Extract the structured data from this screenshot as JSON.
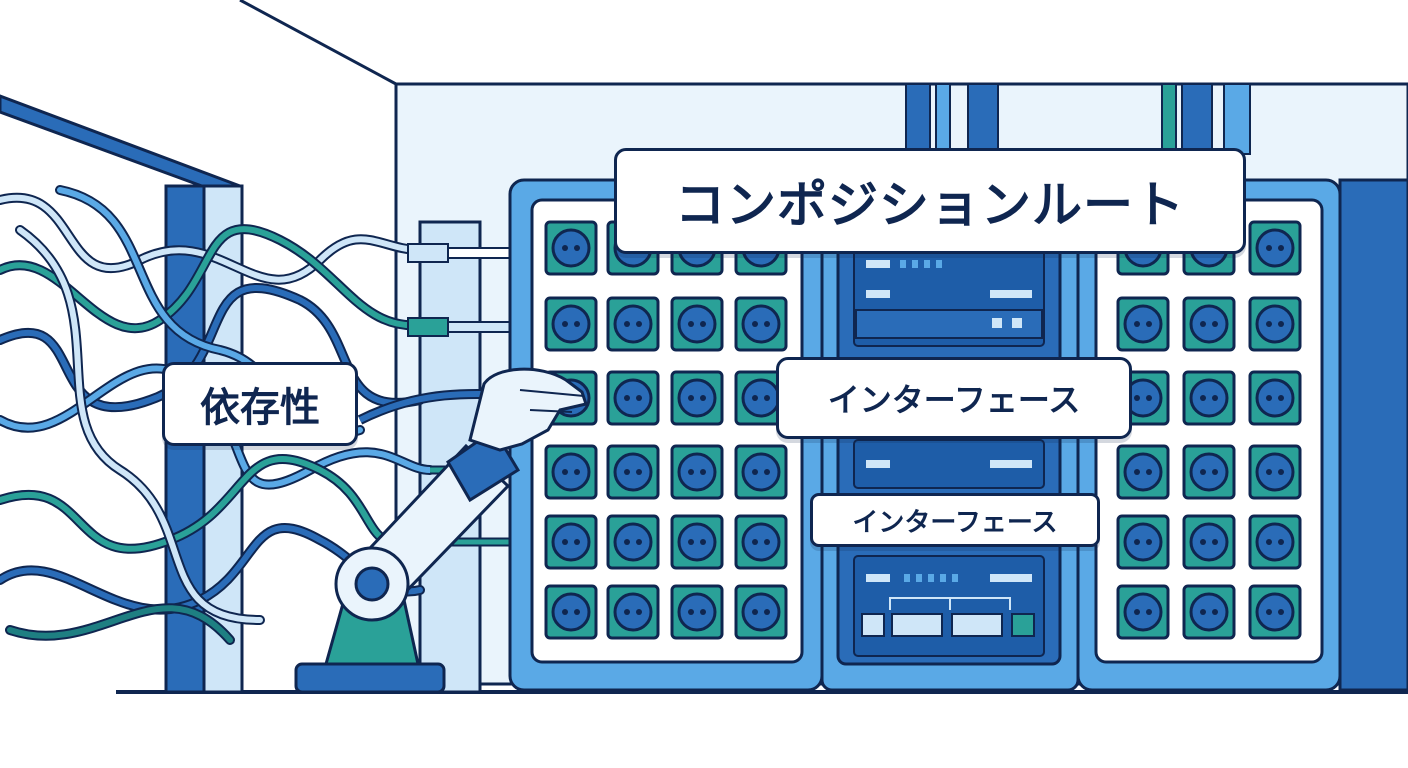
{
  "labels": {
    "composition_root": "コンポジションルート",
    "dependency": "依存性",
    "interface_primary": "インターフェース",
    "interface_secondary": "インターフェース"
  },
  "colors": {
    "outline": "#0f2650",
    "blue_dark": "#2a6cb8",
    "blue_mid": "#5aa9e6",
    "blue_light": "#cfe6f8",
    "teal": "#2aa198",
    "teal_dark": "#1e7f82",
    "white": "#ffffff",
    "pale": "#eaf4fc"
  },
  "icons": {
    "robot_arm": "robot-arm-icon",
    "socket": "socket-icon",
    "cable_tangle": "cable-tangle-icon",
    "server_rack": "server-rack-icon"
  }
}
